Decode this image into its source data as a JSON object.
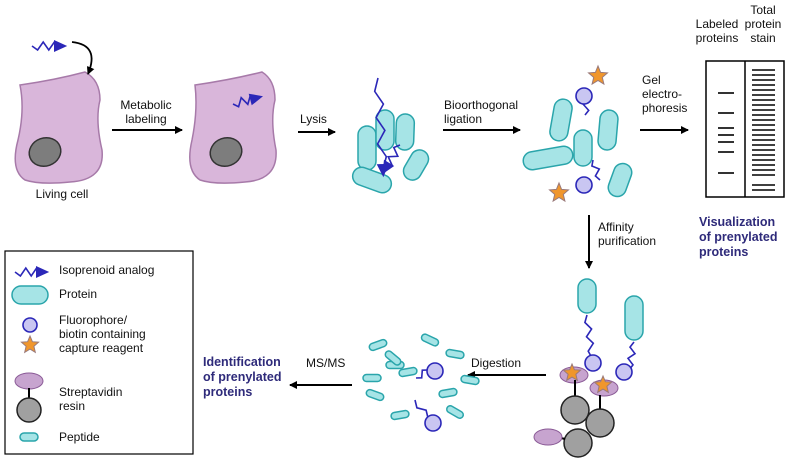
{
  "steps": {
    "living_cell": "Living cell",
    "metabolic_labeling": [
      "Metabolic",
      "labeling"
    ],
    "lysis": "Lysis",
    "bioorthogonal_ligation": [
      "Bioorthogonal",
      "ligation"
    ],
    "gel_electrophoresis": [
      "Gel",
      "electro-",
      "phoresis"
    ],
    "affinity_purification": [
      "Affinity",
      "purification"
    ],
    "digestion": "Digestion",
    "ms_ms": "MS/MS"
  },
  "gel": {
    "labeled_proteins": [
      "Labeled",
      "proteins"
    ],
    "total_protein_stain": [
      "Total",
      "protein",
      "stain"
    ]
  },
  "outcomes": {
    "visualization": [
      "Visualization",
      "of prenylated",
      "proteins"
    ],
    "identification": [
      "Identification",
      "of prenylated",
      "proteins"
    ]
  },
  "legend": {
    "isoprenoid_analog": "Isoprenoid analog",
    "protein": "Protein",
    "capture_reagent": [
      "Fluorophore/",
      "biotin containing",
      "capture reagent"
    ],
    "streptavidin_resin": [
      "Streptavidin",
      "resin"
    ],
    "peptide": "Peptide"
  },
  "colors": {
    "cell": "#d9b6da",
    "protein": "#a6e4e6",
    "protein_stroke": "#2aa5ab",
    "analog": "#2b27b8",
    "capture": "#c9c6f2",
    "star": "#f0962c",
    "resin": "#a0a0a0",
    "strept": "#c7a4cf"
  }
}
